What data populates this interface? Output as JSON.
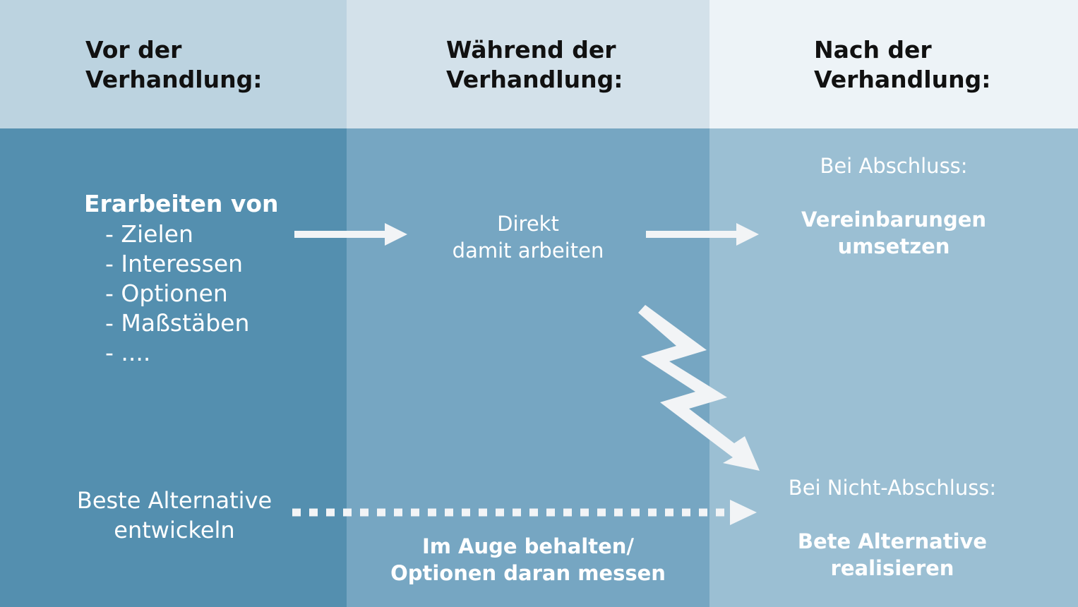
{
  "columns": {
    "before": {
      "title": "Vor der\nVerhandlung:",
      "head_color": "#bcd3e0",
      "body_color": "#548faf"
    },
    "during": {
      "title": "Während der\nVerhandlung:",
      "head_color": "#d3e1ea",
      "body_color": "#76a6c2"
    },
    "after": {
      "title": "Nach der\nVerhandlung:",
      "head_color": "#edf3f7",
      "body_color": "#9bbfd3"
    }
  },
  "before": {
    "heading": "Erarbeiten von",
    "list": [
      "- Zielen",
      "- Interessen",
      "- Optionen",
      "- Maßstäben",
      "- ...."
    ],
    "alternative": "Beste Alternative\nentwickeln"
  },
  "during": {
    "work": "Direkt\ndamit arbeiten",
    "measure": "Im Auge behalten/\nOptionen daran messen"
  },
  "after": {
    "deal_label": "Bei Abschluss:",
    "deal_action": "Vereinbarungen\numsetzen",
    "nodeal_label": "Bei Nicht-Abschluss:",
    "nodeal_action": "Bete Alternative\nrealisieren"
  },
  "colors": {
    "arrow": "#f2f4f6",
    "title_text": "#111111",
    "body_text": "#ffffff"
  }
}
